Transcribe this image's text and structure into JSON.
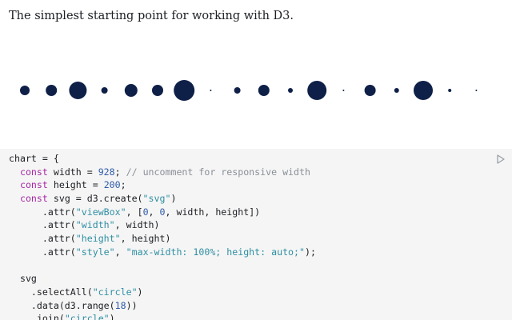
{
  "intro": "The simplest starting point for working with D3.",
  "circles": {
    "count": 18,
    "radii": [
      6,
      7,
      11,
      4,
      8,
      7,
      13,
      1,
      4,
      7,
      3,
      12,
      1,
      7,
      3,
      12,
      2,
      1
    ],
    "fill": "#0f2048"
  },
  "colors": {
    "keyword": "#a626a4",
    "string": "#2f8fa3",
    "number": "#2e5aa8",
    "comment": "#8a8f98",
    "cell_bg": "#f5f5f5"
  },
  "code": {
    "l1": "chart = {",
    "l2_kw": "const",
    "l2_name": " width = ",
    "l2_num": "928",
    "l2_semi": "; ",
    "l2_comment": "// uncomment for responsive width",
    "l3_kw": "const",
    "l3_name": " height = ",
    "l3_num": "200",
    "l3_semi": ";",
    "l4_kw": "const",
    "l4_a": " svg = d3.create(",
    "l4_str": "\"svg\"",
    "l4_b": ")",
    "l5_a": ".attr(",
    "l5_str": "\"viewBox\"",
    "l5_b": ", [",
    "l5_n1": "0",
    "l5_c": ", ",
    "l5_n2": "0",
    "l5_d": ", width, height])",
    "l6_a": ".attr(",
    "l6_str": "\"width\"",
    "l6_b": ", width)",
    "l7_a": ".attr(",
    "l7_str": "\"height\"",
    "l7_b": ", height)",
    "l8_a": ".attr(",
    "l8_str1": "\"style\"",
    "l8_b": ", ",
    "l8_str2": "\"max-width: 100%; height: auto;\"",
    "l8_c": ");",
    "l10": "svg",
    "l11_a": ".selectAll(",
    "l11_str": "\"circle\"",
    "l11_b": ")",
    "l12_a": ".data(d3.range(",
    "l12_num": "18",
    "l12_b": "))",
    "l13_a": ".join(",
    "l13_str": "\"circle\"",
    "l13_b": ")"
  },
  "icons": {
    "run": "play-icon"
  }
}
